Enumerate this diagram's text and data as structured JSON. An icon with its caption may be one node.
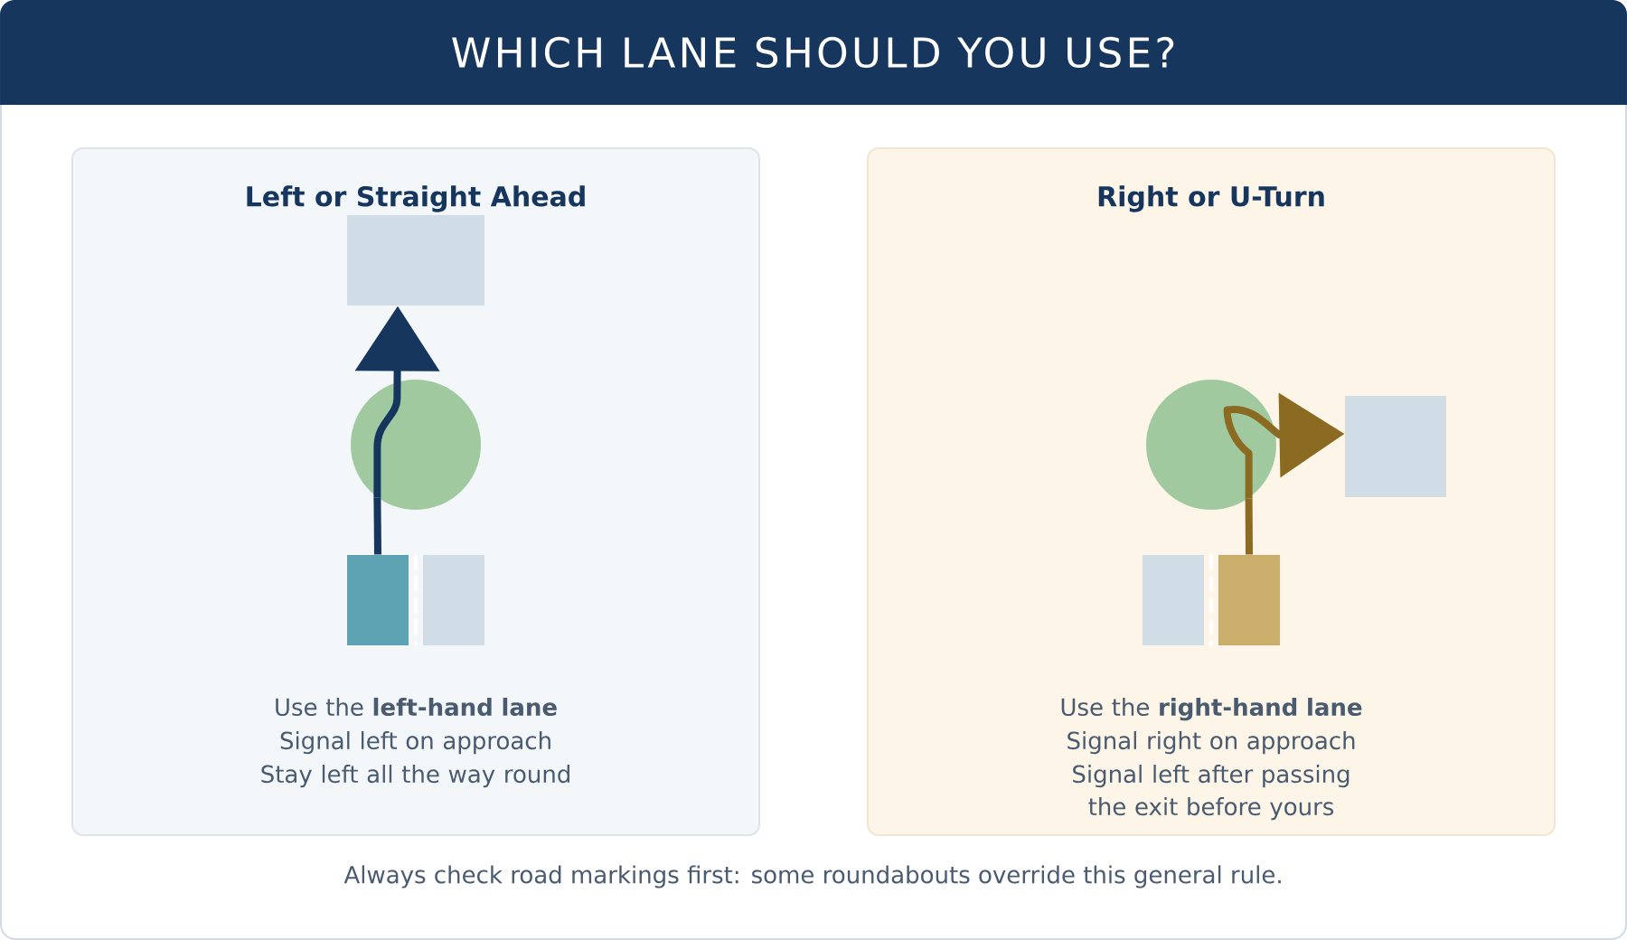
{
  "diagram": {
    "title": "WHICH LANE SHOULD YOU USE?",
    "caption": "Always check road markings first: some roundabouts override this general rule.",
    "nodes": [
      {
        "text": [
          "Left or Straight Ahead",
          "Use the **left-hand lane**",
          "Signal left on approach",
          "Stay left all the way round"
        ]
      },
      {
        "text": [],
        "shape": "box",
        "in": 0
      },
      {
        "text": [],
        "shape": "circle",
        "in": 0
      },
      {
        "text": [],
        "shape": "box",
        "in": 0
      },
      {
        "text": [],
        "shape": "box",
        "in": 0
      },
      {
        "text": [
          "Right or U-Turn",
          "Use the **right-hand lane**",
          "Signal right on approach",
          "Signal left after passing the exit before yours"
        ]
      },
      {
        "text": [],
        "shape": "circle",
        "in": 5
      },
      {
        "text": [],
        "shape": "box",
        "in": 5
      },
      {
        "text": [],
        "shape": "box",
        "in": 5
      },
      {
        "text": [],
        "shape": "box",
        "in": 5
      }
    ],
    "edges": [
      {
        "from": 3,
        "to": 2,
        "arrow": "none",
        "color": "#16365e"
      },
      {
        "from": 2,
        "to": 1,
        "arrow": "to",
        "color": "#16365e"
      },
      {
        "from": 9,
        "to": 6,
        "arrow": "none",
        "color": "#8b6a22"
      },
      {
        "from": 6,
        "to": 7,
        "arrow": "to",
        "color": "#8b6a22"
      }
    ]
  }
}
